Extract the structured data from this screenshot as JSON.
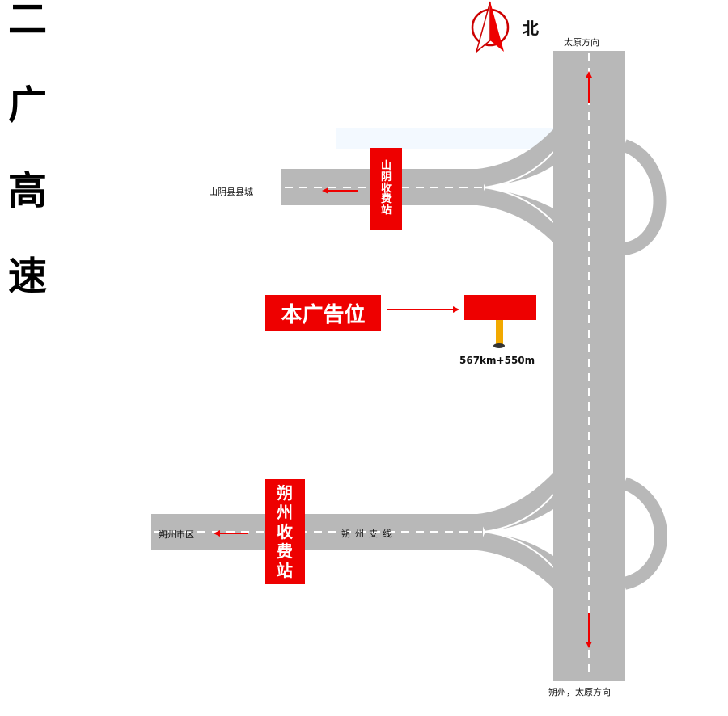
{
  "compass": {
    "label": "北",
    "icon": "north-arrow-icon"
  },
  "highway": {
    "chars": [
      "二",
      "广",
      "高",
      "速"
    ],
    "color": "#b8b8b8"
  },
  "directions": {
    "north": "太原方向",
    "south": "朔州，太原方向",
    "west_upper": "山阴县县城",
    "west_lower": "朔州市区"
  },
  "toll_stations": {
    "upper": [
      "山",
      "阴",
      "收",
      "费",
      "站"
    ],
    "lower": [
      "朔",
      "州",
      "收",
      "费",
      "站"
    ]
  },
  "branch_road": {
    "name": "朔州支线"
  },
  "ad": {
    "label": "本广告位",
    "location": "567km+550m"
  },
  "colors": {
    "accent": "#ee0000",
    "road": "#b8b8b8",
    "pole": "#f2a900"
  }
}
